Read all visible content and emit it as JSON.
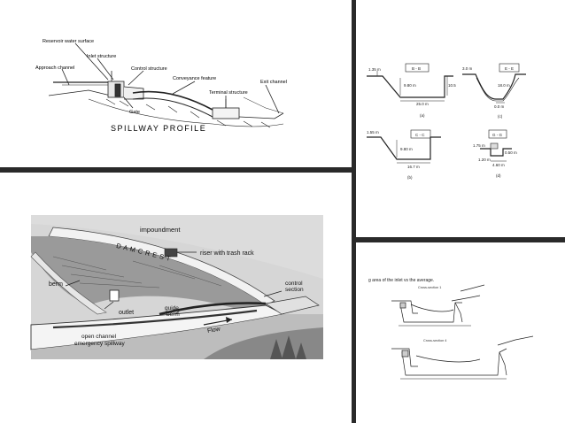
{
  "spillway": {
    "title": "SPILLWAY PROFILE",
    "labels": {
      "reservoir": "Reservoir water surface",
      "inlet": "Inlet structure",
      "approach": "Approach channel",
      "control": "Control structure",
      "conveyance": "Conveyance feature",
      "terminal": "Terminal structure",
      "exit": "Exit channel",
      "gate": "Gate"
    }
  },
  "sections": {
    "bb": {
      "tag": "B - B",
      "left": "1.35 m",
      "depth": "9.80 m",
      "right": "10.5",
      "bottom": "25.0 m",
      "caption": "(a)"
    },
    "ee": {
      "tag": "E - E",
      "left": "3.0 m",
      "depth": "18.0 m",
      "right": "0.0 m",
      "caption": "(c)"
    },
    "cc": {
      "tag": "C - C",
      "left": "1.55 m",
      "depth": "9.80 m",
      "bottom": "16.7 m",
      "caption": "(b)"
    },
    "gg": {
      "tag": "G - G",
      "left": "1.75 m",
      "depth": "0.50 m",
      "top": "1.20 m",
      "bottom": "4.60 m",
      "caption": "(d)"
    }
  },
  "dam": {
    "impoundment": "impoundment",
    "riser": "riser with trash rack",
    "crest": "D A M   C R E S T",
    "berm": "berm",
    "control1": "control",
    "control2": "section",
    "outlet": "outlet",
    "guide1": "guide",
    "guide2": "berm",
    "flow": "Flow",
    "channel1": "open channel",
    "channel2": "emergency spillway"
  },
  "cross": {
    "heading": "g area of the inlet vs the average.",
    "label1": "Cross-section 1",
    "label2": "Cross-section 4"
  }
}
